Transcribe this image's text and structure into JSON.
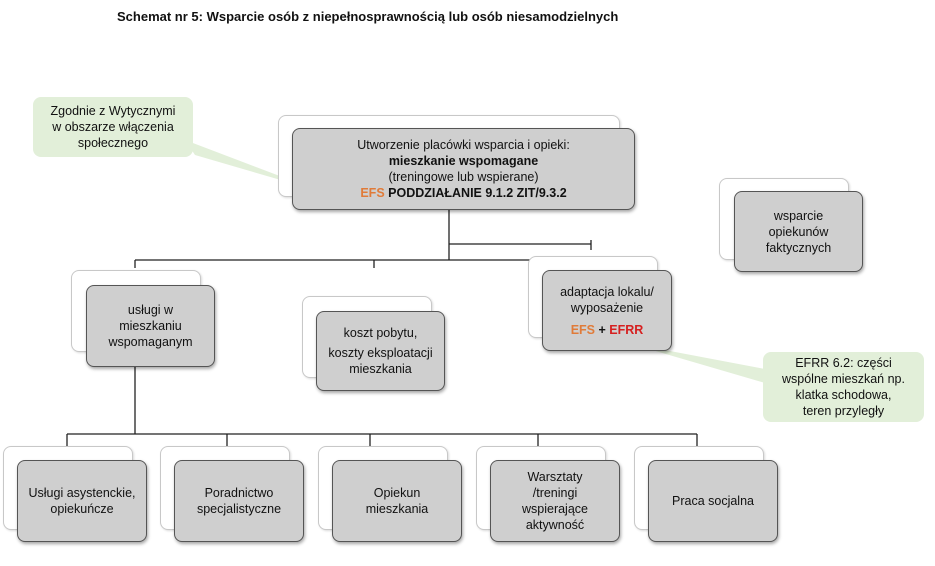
{
  "title": "Schemat nr 5: Wsparcie osób z niepełnosprawnością lub osób niesamodzielnych",
  "main_box": {
    "line1": "Utworzenie  placówki wsparcia i opieki:",
    "line2": "mieszkanie wspomagane",
    "line3": "(treningowe lub wspierane)",
    "line4_efs": "EFS",
    "line4_rest": " PODDZIAŁANIE 9.1.2 ZIT/9.3.2"
  },
  "callout_left": {
    "line1": "Zgodnie z Wytycznymi",
    "line2": "w obszarze włączenia",
    "line3": "społecznego"
  },
  "box_opiekunow": {
    "line1": "wsparcie",
    "line2": "opiekunów",
    "line3": "faktycznych"
  },
  "box_uslugi": {
    "line1": "usługi w",
    "line2": "mieszkaniu",
    "line3": "wspomaganym"
  },
  "box_koszt": {
    "line1": "koszt pobytu,",
    "line2": "koszty eksploatacji",
    "line3": "mieszkania"
  },
  "box_adaptacja": {
    "line1": "adaptacja lokalu/",
    "line2": "wyposażenie",
    "efs": "EFS",
    "plus": " + ",
    "efrr": "EFRR"
  },
  "callout_right": {
    "line1": "EFRR  6.2: części",
    "line2": "wspólne mieszkań np.",
    "line3": "klatka schodowa,",
    "line4": "teren przyległy"
  },
  "bottom_boxes": [
    {
      "line1": "Usługi asystenckie,",
      "line2": "opiekuńcze"
    },
    {
      "line1": "Poradnictwo",
      "line2": "specjalistyczne"
    },
    {
      "line1": "Opiekun",
      "line2": "mieszkania"
    },
    {
      "line1": "Warsztaty",
      "line2": "/treningi",
      "line3": "wspierające",
      "line4": "aktywność"
    },
    {
      "line1": "Praca socjalna"
    }
  ],
  "colors": {
    "box_fill": "#cfcfcf",
    "callout_fill": "#e2efd9",
    "efs": "#e07b39",
    "efrr": "#d62020"
  }
}
